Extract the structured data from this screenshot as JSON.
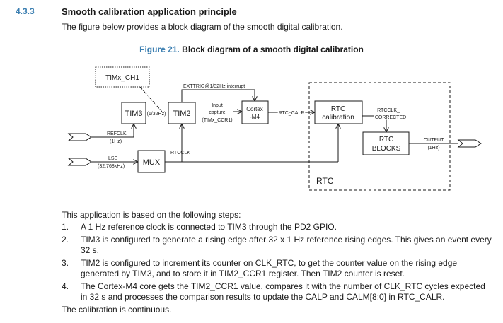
{
  "section": {
    "number": "4.3.3",
    "title": "Smooth calibration application principle",
    "intro": "The figure below provides a block diagram of the smooth digital calibration."
  },
  "figure": {
    "number": "Figure 21.",
    "title": "Block diagram of a smooth digital calibration",
    "labels": {
      "timx_ch1": "TIMx_CH1",
      "exttrig": "EXTTRIG@1/32Hz interrupt",
      "tim3": "TIM3",
      "freq_1_32": "(1/32Hz)",
      "tim2": "TIM2",
      "input_capture_1": "Input",
      "input_capture_2": "capture",
      "input_capture_3": "(TIMx_CCR1)",
      "cortex_1": "Cortex",
      "cortex_2": "-M4",
      "rtc_calr": "RTC_CALR",
      "rtc_cal_1": "RTC",
      "rtc_cal_2": "calibration",
      "rtcclk_corr_1": "RTCCLK_",
      "rtcclk_corr_2": "CORRECTED",
      "rtc_blocks_1": "RTC",
      "rtc_blocks_2": "BLOCKS",
      "output": "OUTPUT",
      "output_freq": "(1Hz)",
      "refclk": "REFCLK",
      "refclk_freq": "(1Hz)",
      "lse": "LSE",
      "lse_freq": "(32.768kHz)",
      "mux": "MUX",
      "rtcclk": "RTCCLK",
      "rtc_region": "RTC"
    }
  },
  "body": {
    "lead": "This application is based on the following steps:",
    "steps": [
      {
        "num": "1.",
        "text": "A 1 Hz reference clock is connected to TIM3 through the PD2 GPIO."
      },
      {
        "num": "2.",
        "text": "TIM3 is configured to generate a rising edge after 32 x 1 Hz reference rising edges. This gives an event every 32 s."
      },
      {
        "num": "3.",
        "text": "TIM2 is configured to increment its counter on CLK_RTC, to get the counter value on the rising edge generated by TIM3, and to store it in TIM2_CCR1 register. Then TIM2 counter is reset."
      },
      {
        "num": "4.",
        "text": "The Cortex-M4 core gets the TIM2_CCR1 value, compares it with the number of CLK_RTC cycles expected in 32 s and processes the comparison results to update the CALP and CALM[8:0] in RTC_CALR."
      }
    ],
    "closing": "The calibration is continuous."
  }
}
